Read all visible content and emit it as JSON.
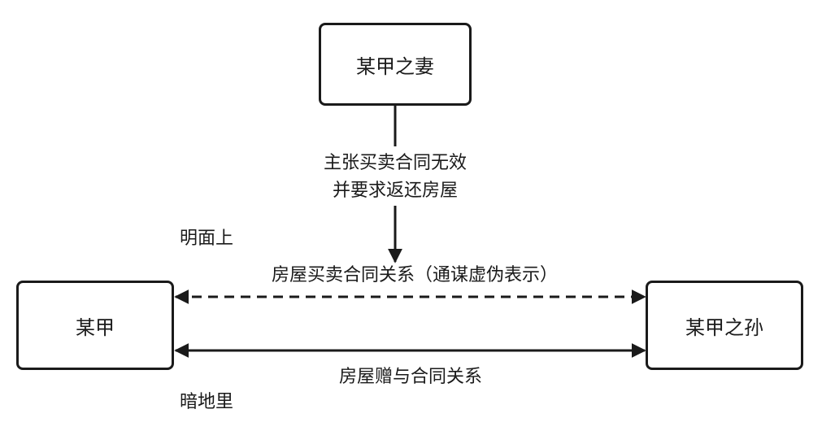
{
  "nodes": {
    "wife": "某甲之妻",
    "a": "某甲",
    "grandson": "某甲之孙"
  },
  "labels": {
    "claim_line1": "主张买卖合同无效",
    "claim_line2": "并要求返还房屋",
    "overt": "明面上",
    "covert": "暗地里",
    "sale_contract": "房屋买卖合同关系（通谋虚伪表示）",
    "gift_contract": "房屋赠与合同关系"
  }
}
